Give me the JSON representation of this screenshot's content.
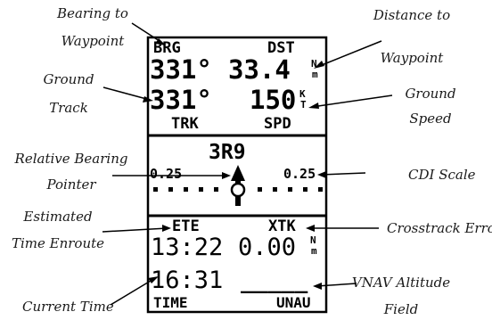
{
  "callouts": {
    "bearing_to_waypoint": [
      "Bearing to",
      "Waypoint"
    ],
    "distance_to_waypoint": [
      "Distance to",
      "Waypoint"
    ],
    "ground_track": [
      "Ground",
      "Track"
    ],
    "ground_speed": [
      "Ground",
      "Speed"
    ],
    "relative_bearing_pointer": [
      "Relative Bearing",
      "Pointer"
    ],
    "cdi_scale": "CDI Scale",
    "estimated_time_enroute": [
      "Estimated",
      "Time Enroute"
    ],
    "crosstrack_error": "Crosstrack Error",
    "current_time": "Current Time",
    "vnav_altitude_field": [
      "VNAV Altitude",
      "Field"
    ]
  },
  "display": {
    "brg_label": "BRG",
    "dst_label": "DST",
    "brg_value": "331°",
    "dst_value": "33.4",
    "dst_unit": "N/m",
    "trk_value": "331°",
    "spd_value": "150",
    "spd_unit": "K/T",
    "trk_label": "TRK",
    "spd_label": "SPD",
    "waypoint_id": "3R9",
    "cdi_left_scale": "0.25",
    "cdi_right_scale": "0.25",
    "ete_label": "ETE",
    "xtk_label": "XTK",
    "ete_value": "13:22",
    "xtk_value": "0.00",
    "xtk_unit": "N/m",
    "time_value": "16:31",
    "vnav_value": "_____",
    "time_label": "TIME",
    "vnav_label": "UNAU"
  }
}
